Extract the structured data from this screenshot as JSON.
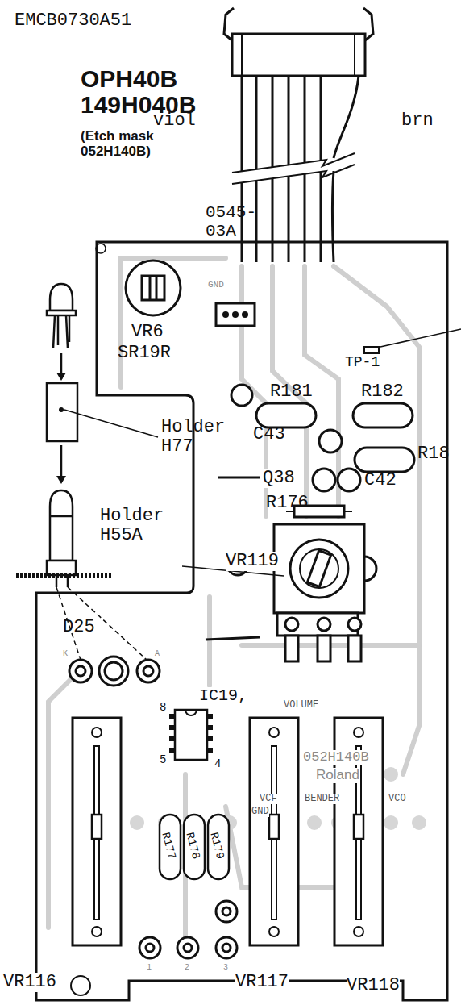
{
  "diagram": {
    "title": "OPH40B 149H040B",
    "labels": [
      "(Etch mask 052H140B)",
      "EMCB0730A51",
      "viol",
      "brn",
      "0545-03A",
      "GND",
      "VR6",
      "SR19R",
      "TP-1",
      "R181",
      "R182",
      "C43",
      "R18",
      "Holder H77",
      "Q38",
      "C42",
      "R176",
      "Holder H55A",
      "VR119",
      "D25",
      "K",
      "A",
      "VOLUME",
      "IC19,",
      "8",
      "5",
      "4",
      "052H140B",
      "Roland",
      "VCF",
      "BENDER",
      "VCO",
      "GND",
      "R177",
      "R178",
      "R179",
      "1",
      "2",
      "3",
      "VR116",
      "VR117",
      "VR118"
    ]
  }
}
